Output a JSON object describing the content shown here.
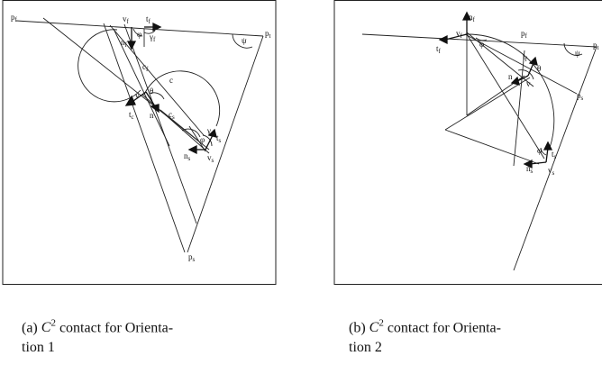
{
  "figure": {
    "captions": {
      "a": {
        "prefix": "(a) ",
        "sym": "C",
        "sup": "2",
        "rest": " contact for Orienta-",
        "line2": "tion 1"
      },
      "b": {
        "prefix": "(b) ",
        "sym": "C",
        "sup": "2",
        "rest": " contact for Orienta-",
        "line2": "tion 2"
      }
    },
    "panel_a": {
      "labels": {
        "pf": "p",
        "pf_sub": "f",
        "pt": "p",
        "pt_sub": "t",
        "ps": "p",
        "ps_sub": "s",
        "vf": "v",
        "vf_sub": "f",
        "vs": "v",
        "vs_sub": "s",
        "v_center": "v",
        "tf": "t",
        "tf_sub": "f",
        "ts": "t",
        "ts_sub": "s",
        "tc": "t",
        "tc_sub": "c",
        "nf": "n",
        "nf_sub": "f",
        "ns": "n",
        "ns_sub": "s",
        "n": "n",
        "cf": "c",
        "cf_sub": "f",
        "cs": "c",
        "cs_sub": "s",
        "c": "c",
        "phi": "φ",
        "gamma_f": "γ",
        "gamma_f_sub": "f",
        "gamma_s": "γ",
        "gamma_s_sub": "s",
        "theta": "θ",
        "psi": "ψ",
        "phi2": "φ"
      }
    },
    "panel_b": {
      "labels": {
        "nf": "n",
        "nf_sub": "f",
        "vf": "v",
        "vf_sub": "f",
        "tf": "t",
        "tf_sub": "f",
        "pf": "p",
        "pf_sub": "f",
        "pt": "p",
        "pt_sub": "t",
        "ps": "p",
        "ps_sub": "s",
        "phi": "φ",
        "psi": "ψ",
        "theta": "θ",
        "t1": "t",
        "t1_sub": "f",
        "n1": "n",
        "v1": "v",
        "phi_s": "φ",
        "ts": "t",
        "ts_sub": "s",
        "ns": "n",
        "ns_sub": "s",
        "vs": "v",
        "vs_sub": "s"
      }
    }
  }
}
